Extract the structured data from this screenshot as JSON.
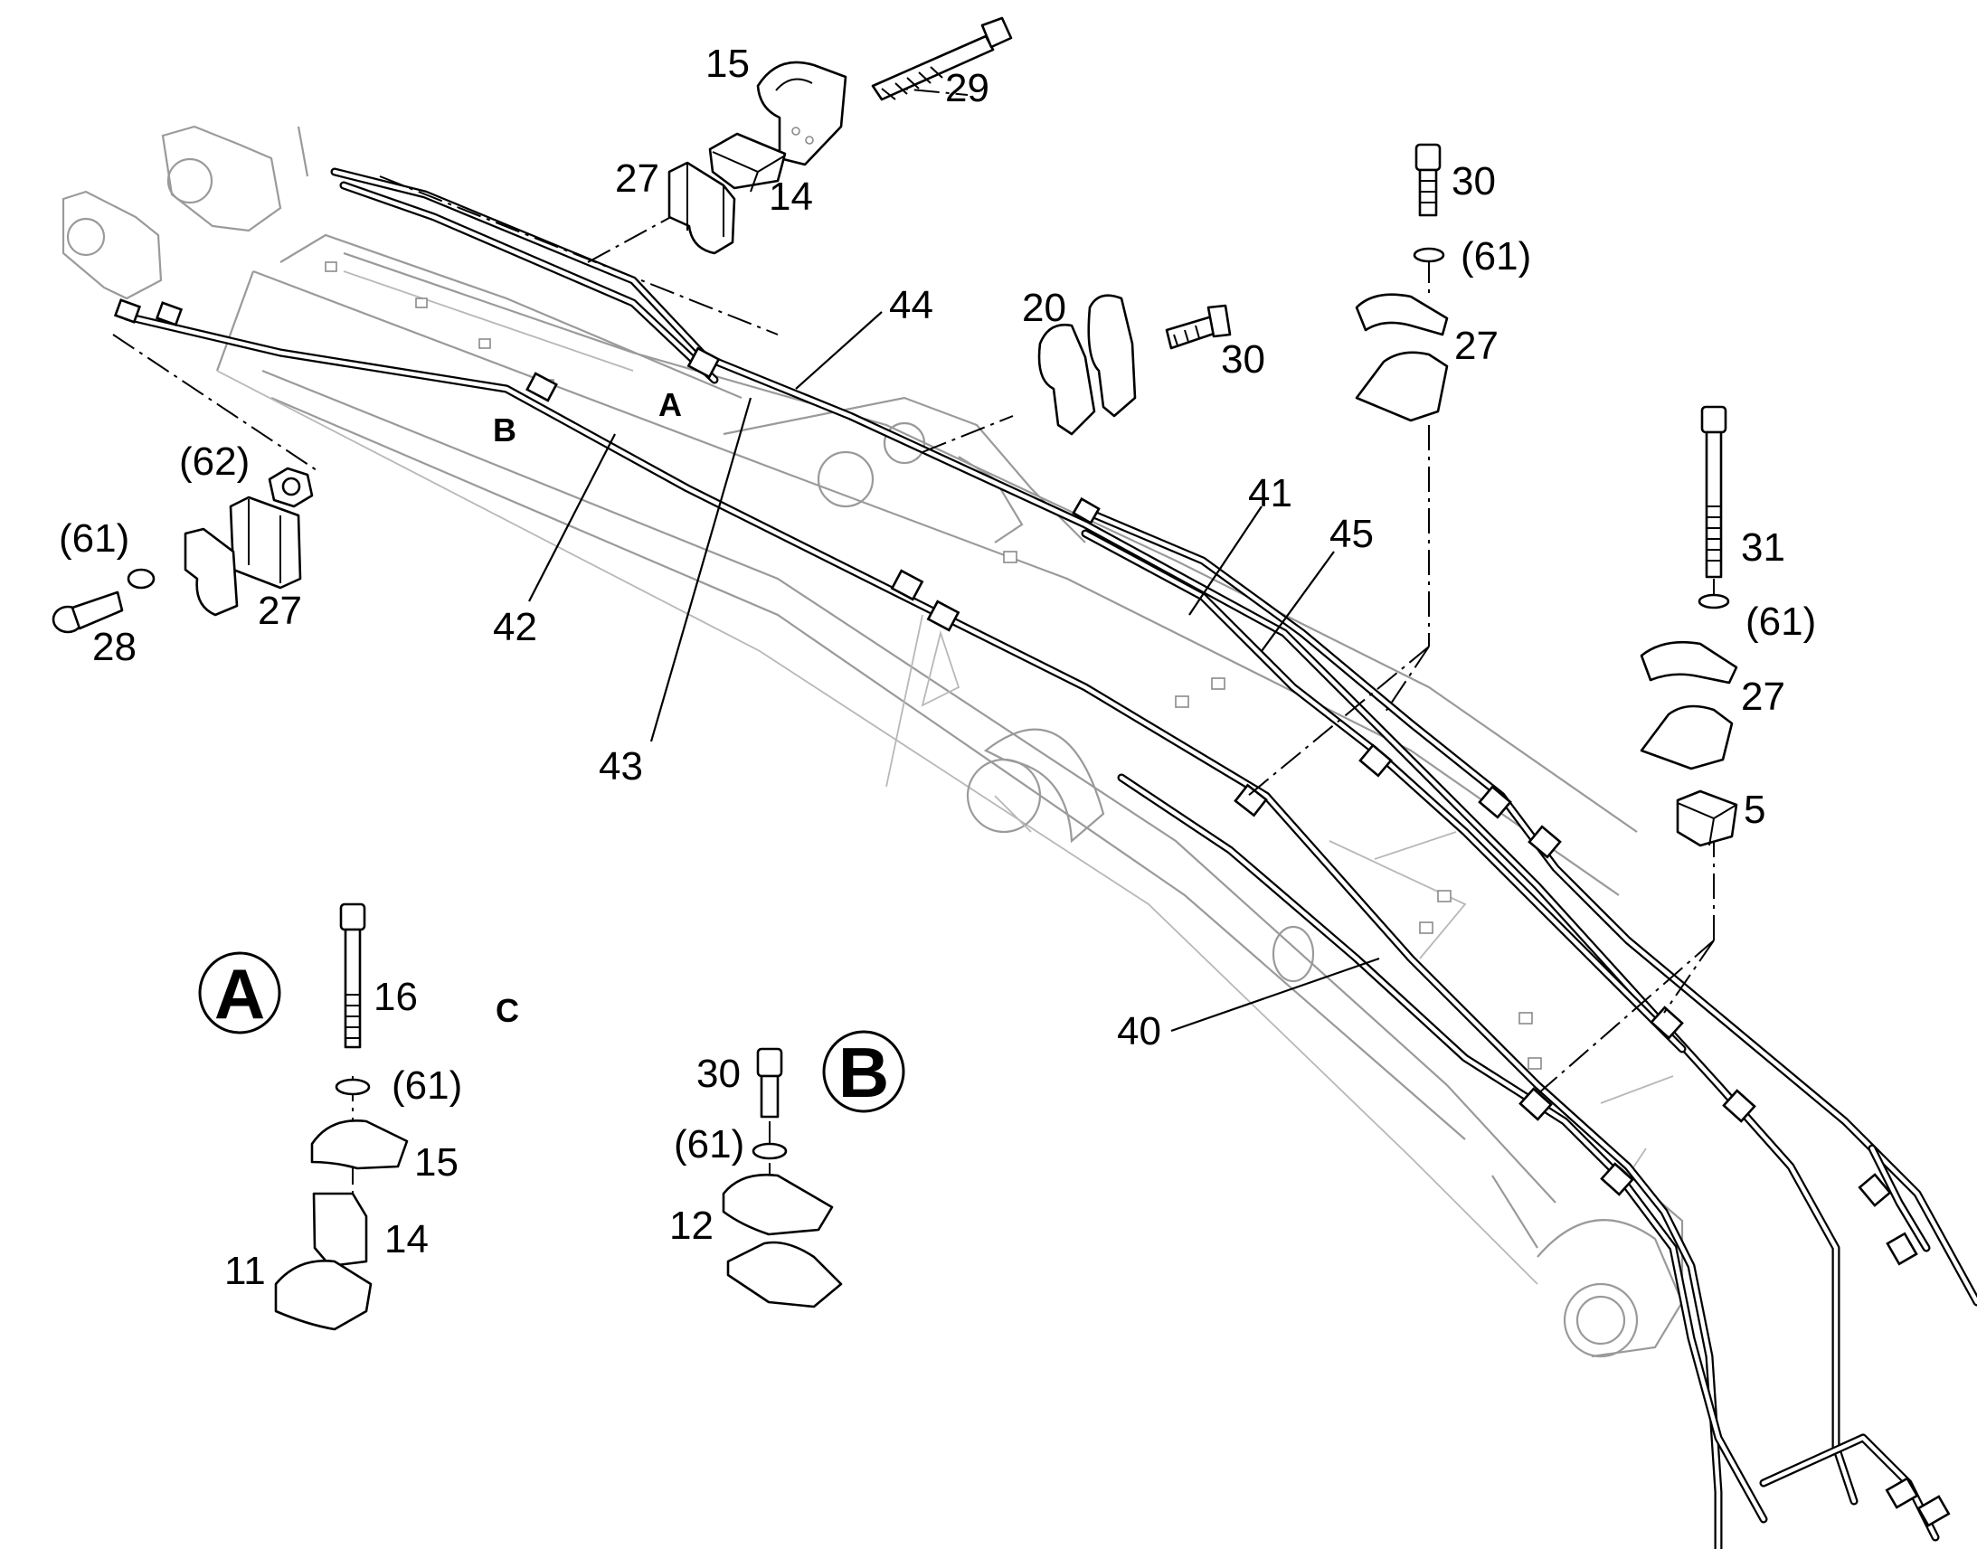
{
  "callouts": {
    "c15_top": "15",
    "c29": "29",
    "c27_top": "27",
    "c14_top": "14",
    "c30_a": "30",
    "c61_a": "(61)",
    "c20": "20",
    "c30_b": "30",
    "c27_r1": "27",
    "c44": "44",
    "c62": "(62)",
    "c61_left": "(61)",
    "c27_left": "27",
    "c28": "28",
    "c42": "42",
    "c43": "43",
    "c41": "41",
    "c45": "45",
    "c31": "31",
    "c61_r2": "(61)",
    "c27_r2": "27",
    "c5": "5",
    "c40": "40",
    "c16": "16",
    "c61_da": "(61)",
    "c15_da": "15",
    "c14_da": "14",
    "c11": "11",
    "c30_db": "30",
    "c61_db": "(61)",
    "c12": "12"
  },
  "detail_marks": {
    "mark_a": "A",
    "mark_b": "B",
    "mark_c": "C"
  },
  "detail_titles": {
    "detail_a": "A",
    "detail_b": "B"
  }
}
